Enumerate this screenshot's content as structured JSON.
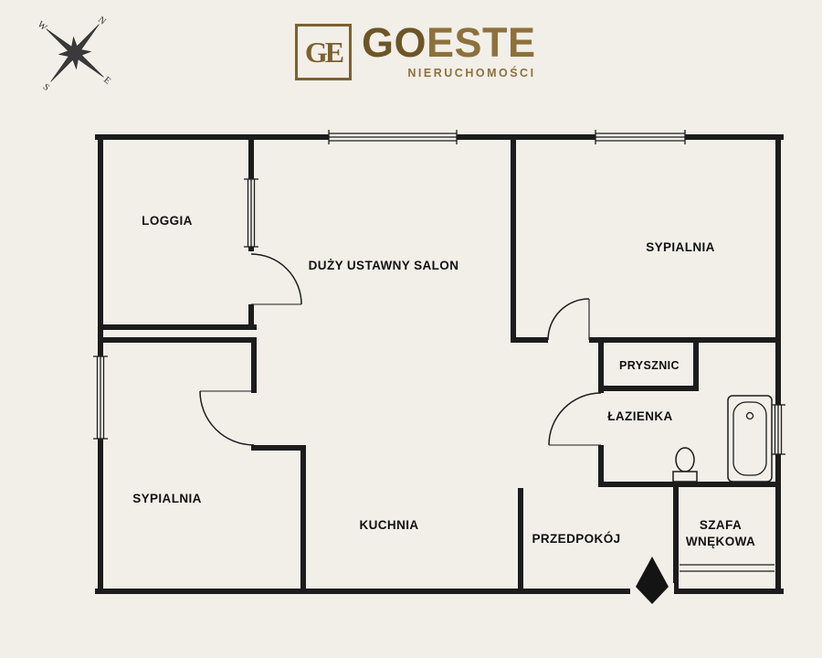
{
  "page": {
    "background": "#f2efe9"
  },
  "brand": {
    "monogram": "GE",
    "name_go": "GO",
    "name_este": "ESTE",
    "tagline": "NIERUCHOMOŚCI",
    "gold_dark": "#6e5527",
    "gold": "#8d713c"
  },
  "compass": {
    "north": "N",
    "east": "E",
    "south": "S",
    "west": "W"
  },
  "rooms": {
    "loggia": "LOGGIA",
    "salon": "DUŻY USTAWNY SALON",
    "sypialnia_top": "SYPIALNIA",
    "prysznic": "PRYSZNIC",
    "lazienka": "ŁAZIENKA",
    "sypialnia_bottom": "SYPIALNIA",
    "kuchnia": "KUCHNIA",
    "przedpokoj": "PRZEDPOKÓJ",
    "szafa_line1": "SZAFA",
    "szafa_line2": "WNĘKOWA"
  }
}
